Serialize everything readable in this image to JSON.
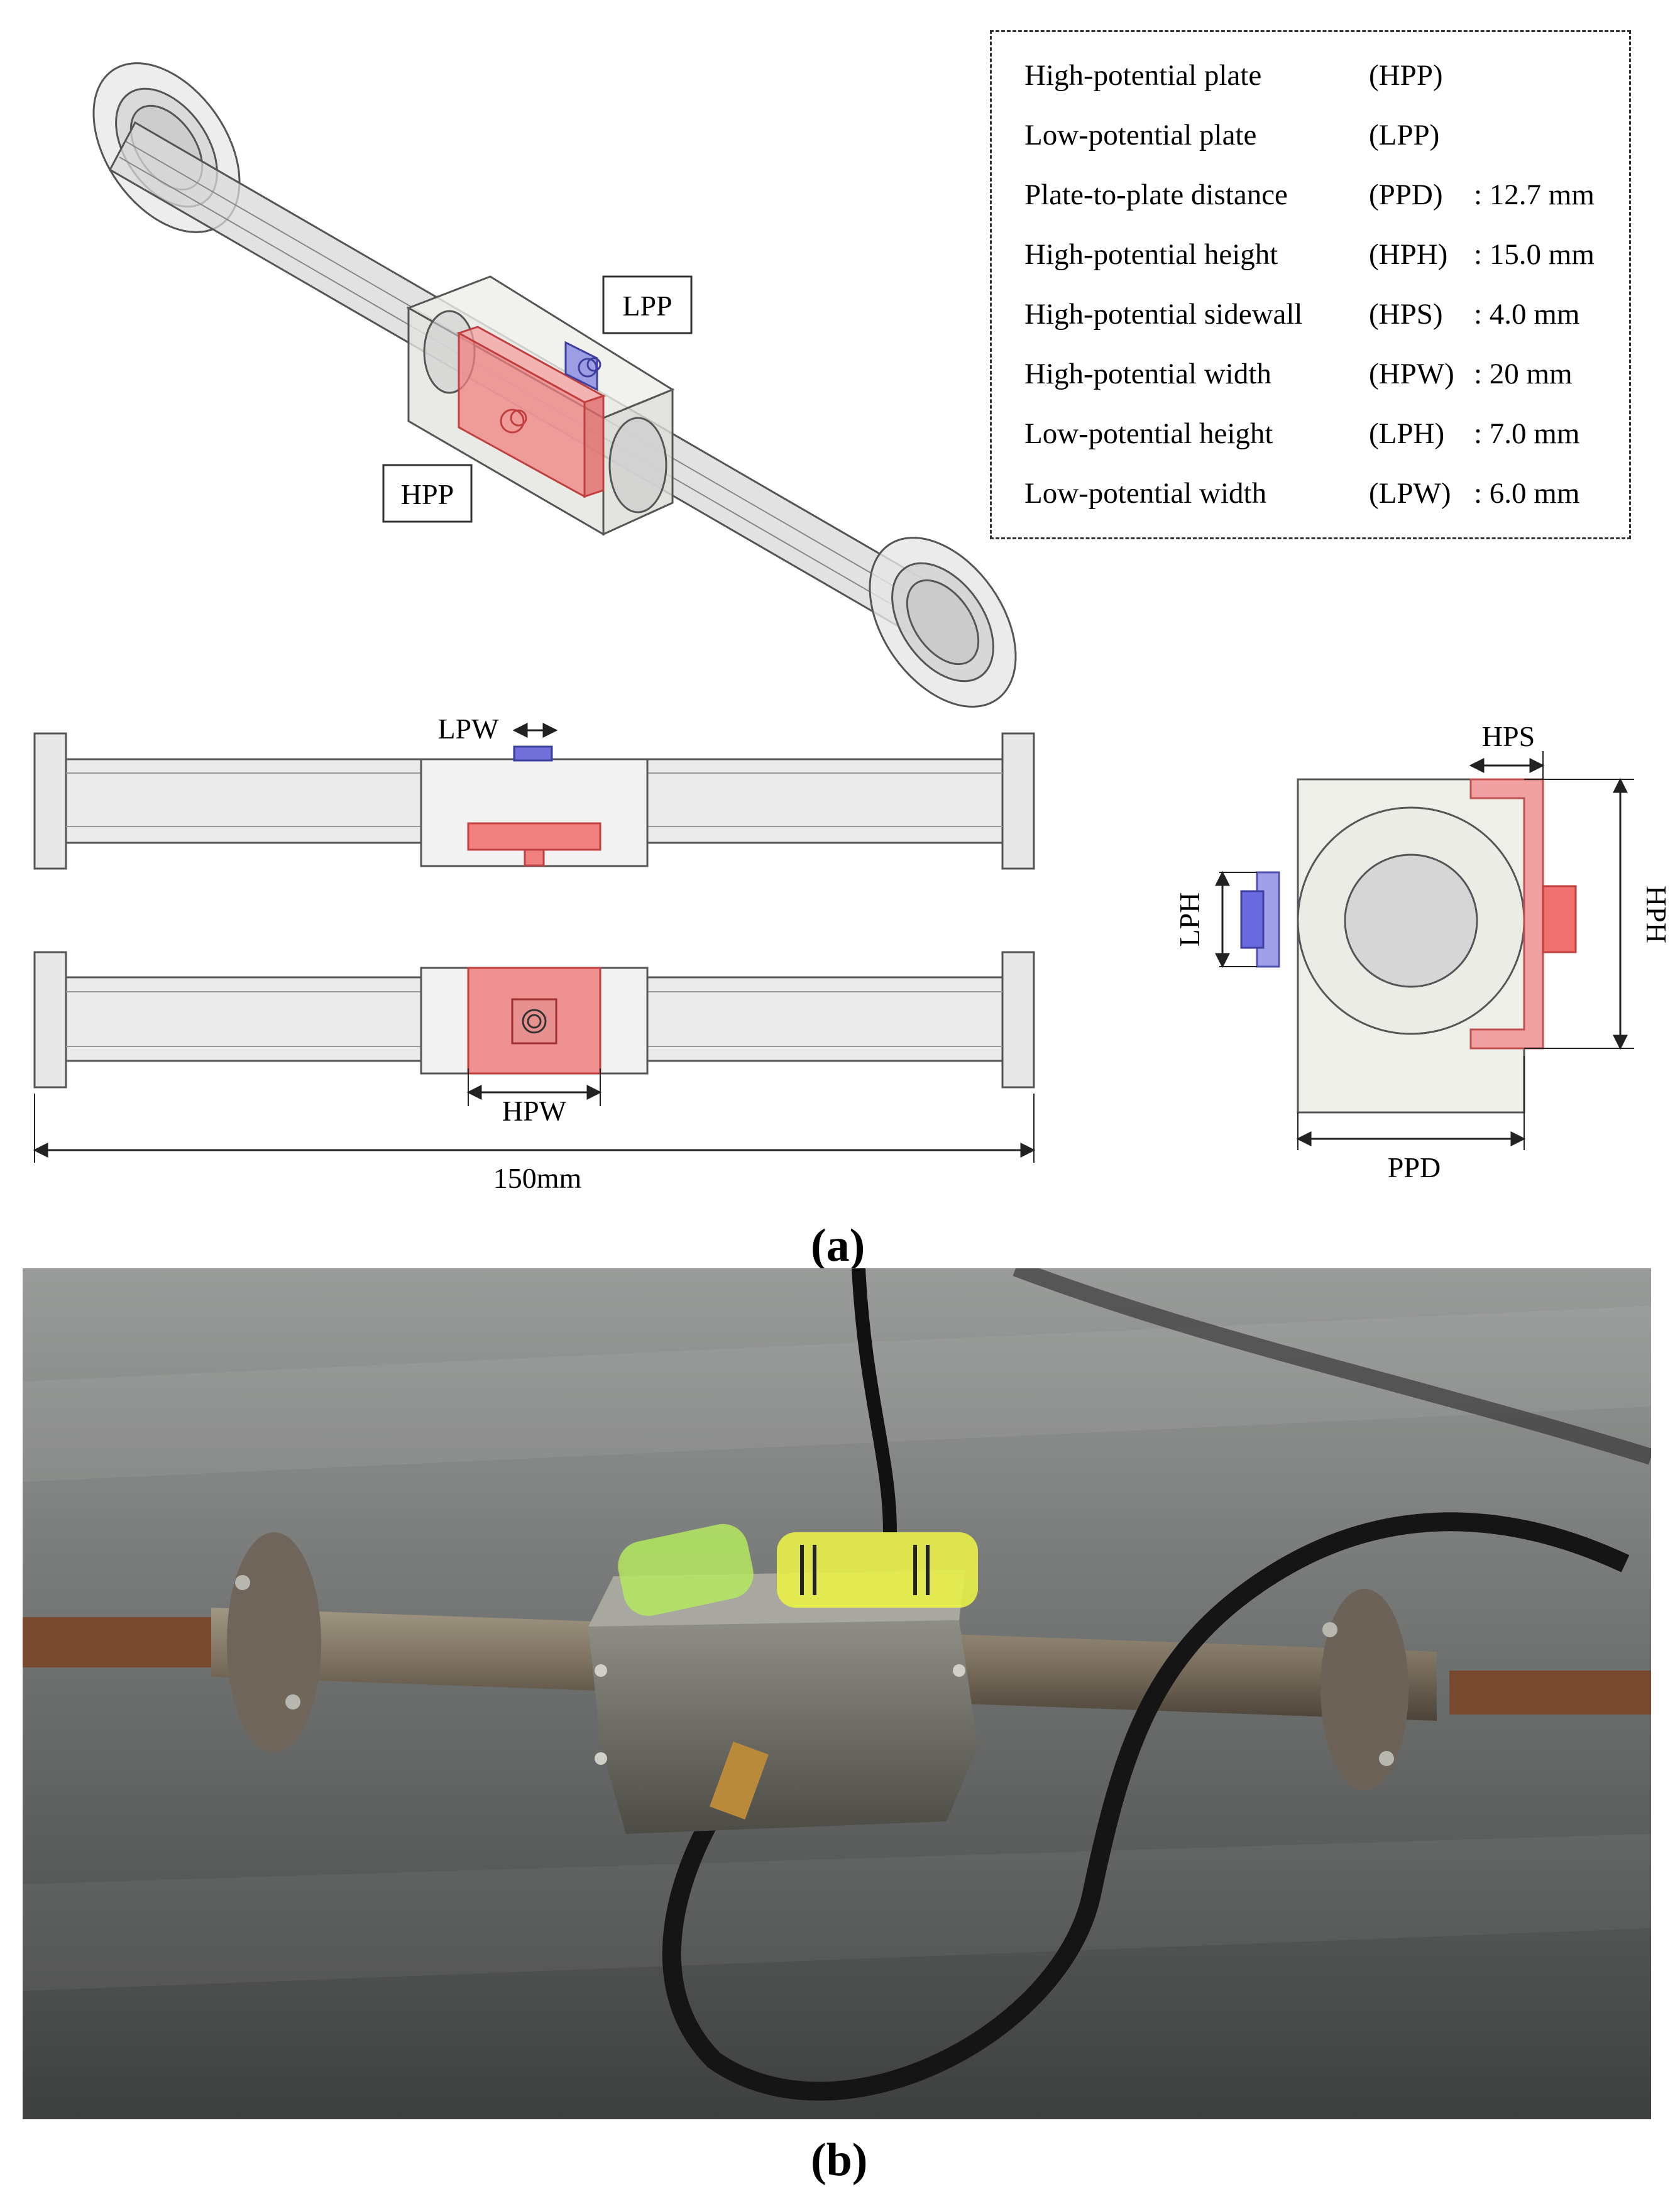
{
  "labels": {
    "lpp": "LPP",
    "hpp": "HPP",
    "lpw": "LPW",
    "hpw": "HPW",
    "overall_length": "150mm",
    "hps": "HPS",
    "lph": "LPH",
    "hph": "HPH",
    "ppd": "PPD"
  },
  "legend": [
    {
      "name": "High-potential plate",
      "abbr": "(HPP)",
      "value": ""
    },
    {
      "name": "Low-potential plate",
      "abbr": "(LPP)",
      "value": ""
    },
    {
      "name": "Plate-to-plate distance",
      "abbr": "(PPD)",
      "value": ": 12.7 mm"
    },
    {
      "name": "High-potential height",
      "abbr": "(HPH)",
      "value": ": 15.0 mm"
    },
    {
      "name": "High-potential sidewall",
      "abbr": "(HPS)",
      "value": ": 4.0 mm"
    },
    {
      "name": "High-potential width",
      "abbr": "(HPW)",
      "value": ": 20 mm"
    },
    {
      "name": "Low-potential height",
      "abbr": "(LPH)",
      "value": ": 7.0 mm"
    },
    {
      "name": "Low-potential width",
      "abbr": "(LPW)",
      "value": ": 6.0 mm"
    }
  ],
  "captions": {
    "a": "(a)",
    "b": "(b)"
  },
  "colors": {
    "high_potential": "#f08080",
    "low_potential": "#6a6ae0",
    "housing": "#e8e8e0",
    "line": "#444444"
  }
}
